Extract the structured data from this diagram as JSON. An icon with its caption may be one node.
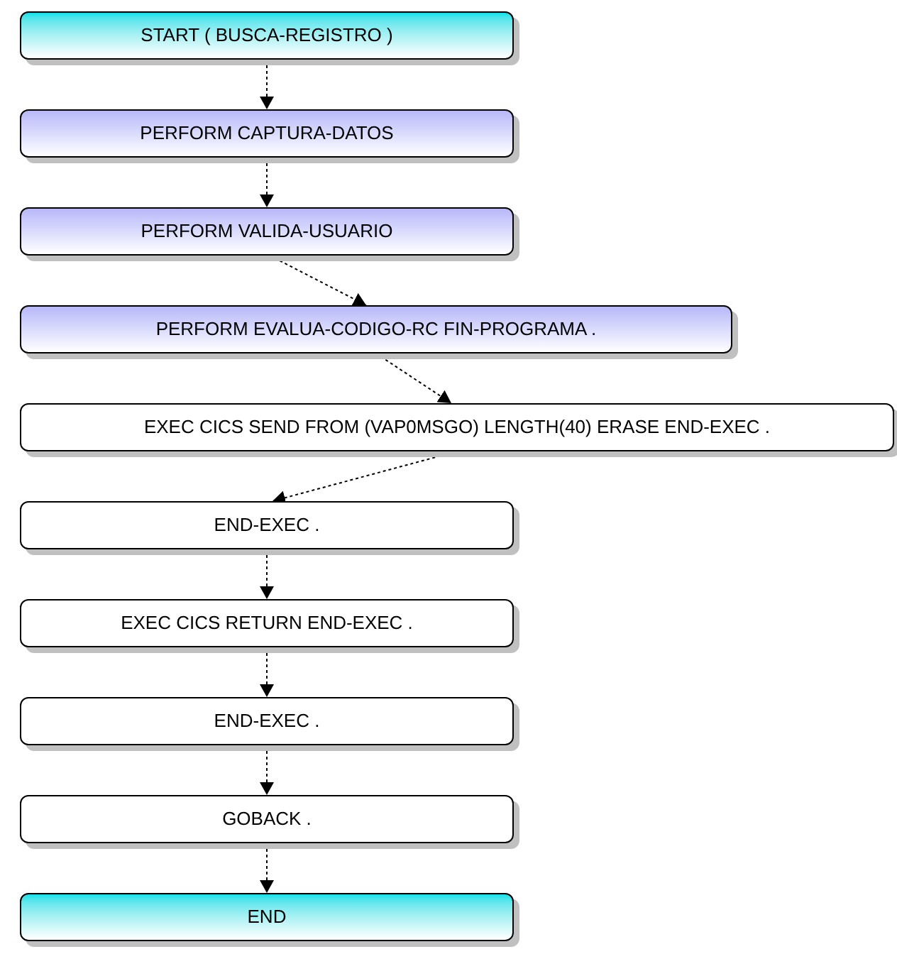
{
  "diagram": {
    "nodes": [
      {
        "text": [
          "START ( BUSCA-REGISTRO )"
        ]
      },
      {
        "text": [
          "PERFORM CAPTURA-DATOS"
        ]
      },
      {
        "text": [
          "PERFORM VALIDA-USUARIO"
        ]
      },
      {
        "text": [
          "PERFORM EVALUA-CODIGO-RC FIN-PROGRAMA ."
        ]
      },
      {
        "text": [
          "EXEC CICS SEND FROM (VAP0MSGO) LENGTH(40) ERASE END-EXEC ."
        ]
      },
      {
        "text": [
          "END-EXEC ."
        ]
      },
      {
        "text": [
          "EXEC CICS RETURN END-EXEC ."
        ]
      },
      {
        "text": [
          "END-EXEC ."
        ]
      },
      {
        "text": [
          "GOBACK ."
        ]
      },
      {
        "text": [
          "END"
        ]
      }
    ],
    "edges": [
      {
        "from": 0,
        "to": 1,
        "arrow": "to"
      },
      {
        "from": 1,
        "to": 2,
        "arrow": "to"
      },
      {
        "from": 2,
        "to": 3,
        "arrow": "to"
      },
      {
        "from": 3,
        "to": 4,
        "arrow": "to"
      },
      {
        "from": 4,
        "to": 5,
        "arrow": "to"
      },
      {
        "from": 5,
        "to": 6,
        "arrow": "to"
      },
      {
        "from": 6,
        "to": 7,
        "arrow": "to"
      },
      {
        "from": 7,
        "to": 8,
        "arrow": "to"
      },
      {
        "from": 8,
        "to": 9,
        "arrow": "to"
      }
    ]
  }
}
